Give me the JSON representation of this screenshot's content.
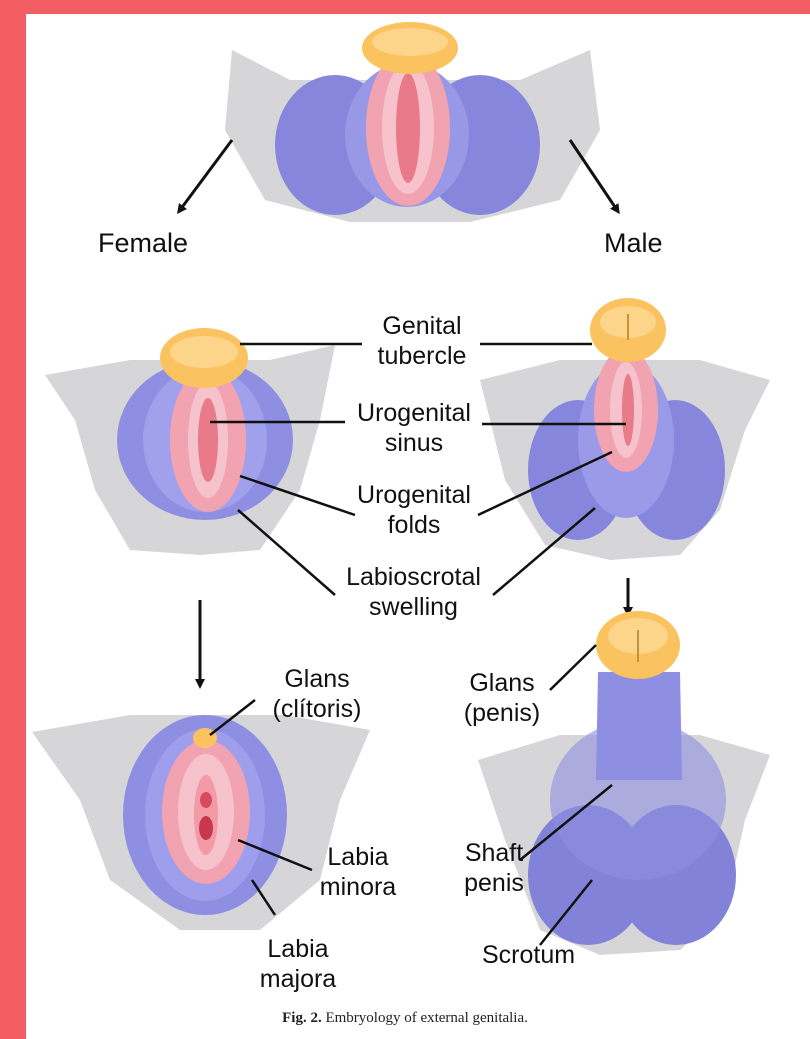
{
  "colors": {
    "frame": "#f25e64",
    "body_gray": "#d6d6d8",
    "swelling_purple": "#8f8fe4",
    "swelling_dark": "#6e6ec8",
    "fold_pink": "#f1a3b1",
    "sinus_pink": "#ea7c8a",
    "tubercle_orange": "#fbc260",
    "arrow": "#111111"
  },
  "labels": {
    "female": "Female",
    "male": "Male",
    "genital_tubercle": [
      "Genital",
      "tubercle"
    ],
    "urogenital_sinus": [
      "Urogenital",
      "sinus"
    ],
    "urogenital_folds": [
      "Urogenital",
      "folds"
    ],
    "labioscrotal_swelling": [
      "Labioscrotal",
      "swelling"
    ],
    "glans_clitoris": [
      "Glans",
      "(clítoris)"
    ],
    "glans_penis": [
      "Glans",
      "(penis)"
    ],
    "labia_minora": [
      "Labia",
      "minora"
    ],
    "labia_majora": [
      "Labia",
      "majora"
    ],
    "shaft_penis": [
      "Shaft",
      "penis"
    ],
    "scrotum": "Scrotum"
  },
  "caption": {
    "prefix": "Fig. 2.",
    "text": "Embryology of external genitalia."
  }
}
